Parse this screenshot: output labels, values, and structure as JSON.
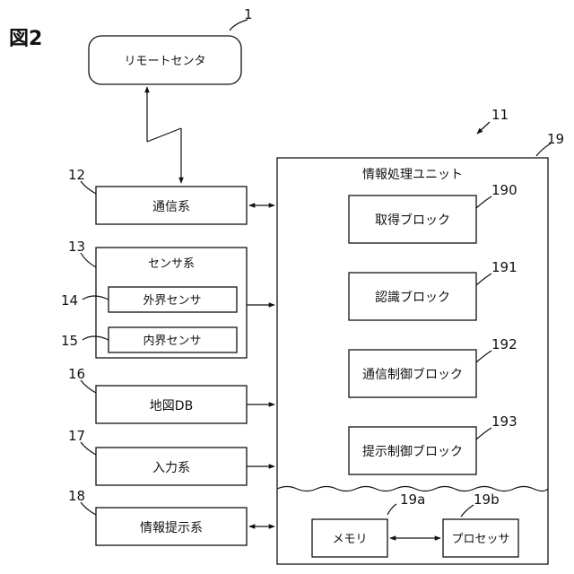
{
  "figure": {
    "label": "図2"
  },
  "remote_center": {
    "ref": "1",
    "label": "リモートセンタ"
  },
  "system": {
    "ref": "11"
  },
  "info_unit": {
    "ref": "19",
    "label": "情報処理ユニット",
    "blocks": [
      {
        "ref": "190",
        "label": "取得ブロック"
      },
      {
        "ref": "191",
        "label": "認識ブロック"
      },
      {
        "ref": "192",
        "label": "通信制御ブロック"
      },
      {
        "ref": "193",
        "label": "提示制御ブロック"
      }
    ],
    "memory": {
      "ref": "19a",
      "label": "メモリ"
    },
    "processor": {
      "ref": "19b",
      "label": "プロセッサ"
    }
  },
  "left_blocks": {
    "comm": {
      "ref": "12",
      "label": "通信系"
    },
    "sensor": {
      "ref": "13",
      "label": "センサ系",
      "external": {
        "ref": "14",
        "label": "外界センサ"
      },
      "internal": {
        "ref": "15",
        "label": "内界センサ"
      }
    },
    "map": {
      "ref": "16",
      "label": "地図DB"
    },
    "input": {
      "ref": "17",
      "label": "入力系"
    },
    "presentation": {
      "ref": "18",
      "label": "情報提示系"
    }
  }
}
